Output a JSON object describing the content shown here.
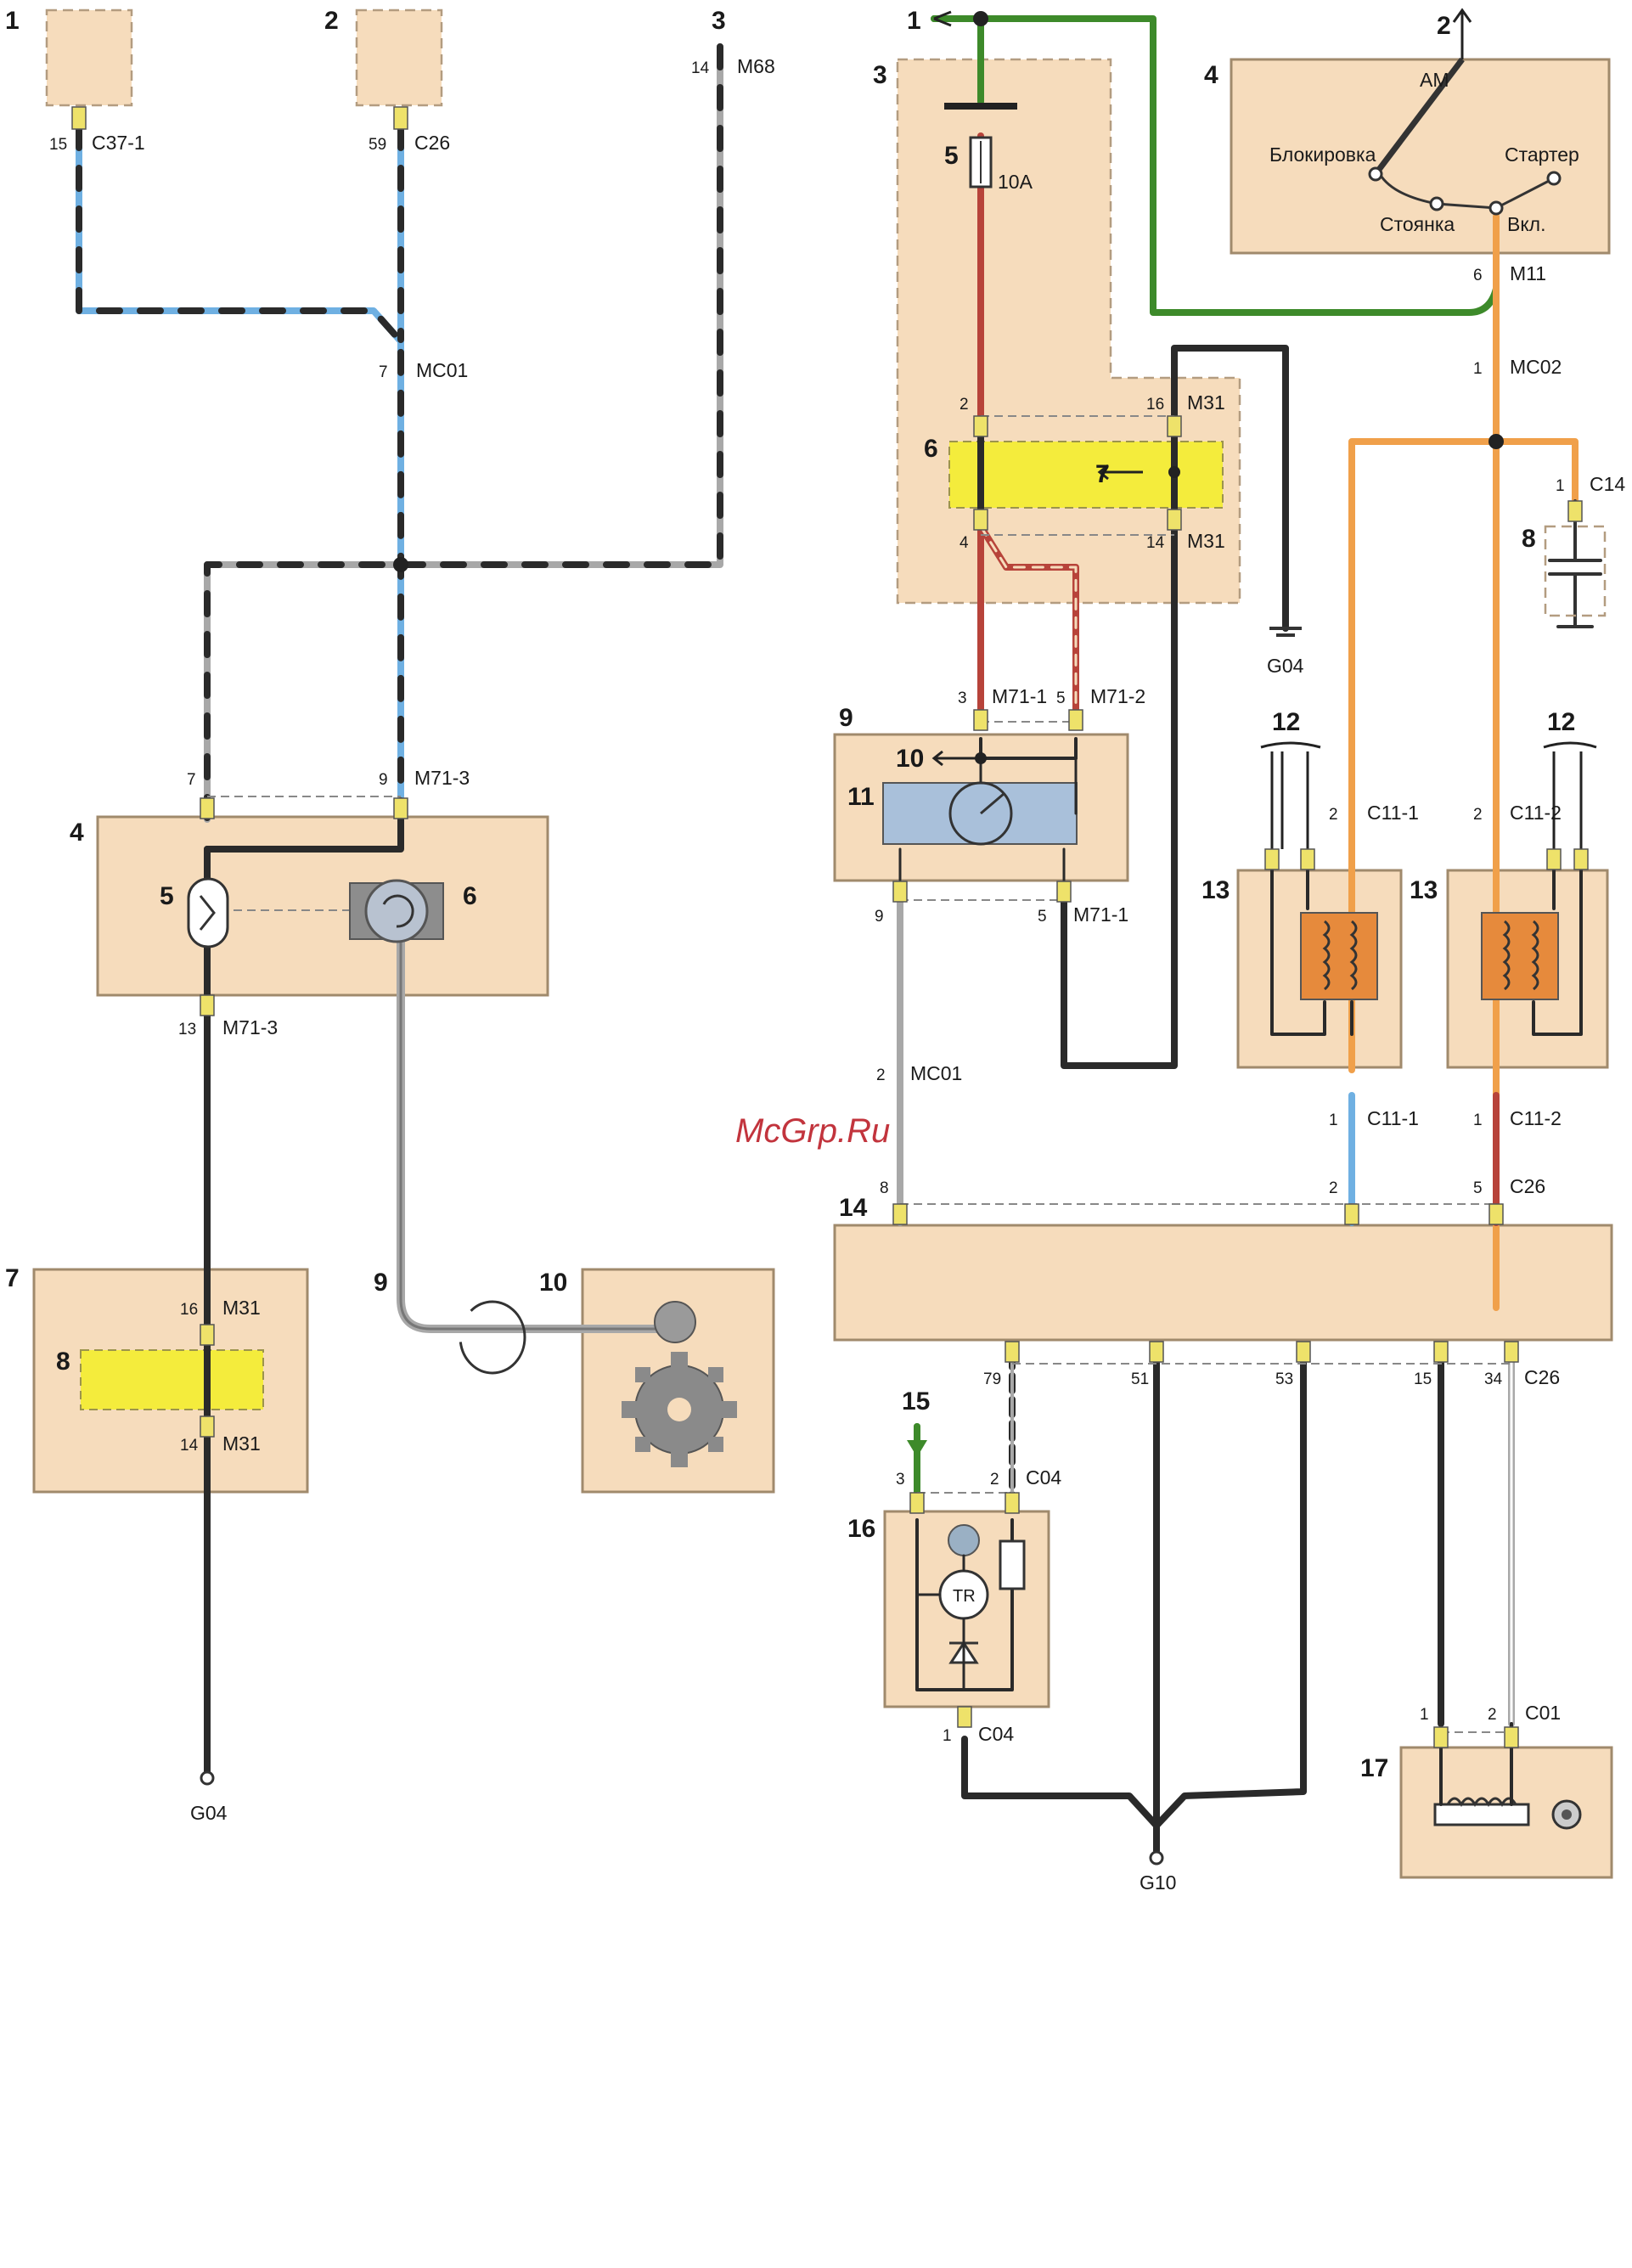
{
  "watermark": "McGrp.Ru",
  "left": {
    "comp_numbers": [
      "1",
      "2",
      "3",
      "4",
      "5",
      "6",
      "7",
      "8",
      "9",
      "10"
    ],
    "connectors": {
      "c37_1": {
        "pin": "15",
        "name": "C37-1"
      },
      "c26": {
        "pin": "59",
        "name": "C26"
      },
      "m68": {
        "pin": "14",
        "name": "M68"
      },
      "mc01": {
        "pin": "7",
        "name": "MC01"
      },
      "m71_3_top_left": {
        "pin": "7"
      },
      "m71_3_top_right": {
        "pin": "9",
        "name": "M71-3"
      },
      "m71_3_bottom": {
        "pin": "13",
        "name": "M71-3"
      },
      "m31_top": {
        "pin": "16",
        "name": "M31"
      },
      "m31_bottom": {
        "pin": "14",
        "name": "M31"
      }
    },
    "ground": "G04"
  },
  "right": {
    "comp_numbers": [
      "1",
      "2",
      "3",
      "4",
      "5",
      "6",
      "7",
      "8",
      "9",
      "10",
      "11",
      "12",
      "12",
      "13",
      "13",
      "14",
      "15",
      "16",
      "17"
    ],
    "ignition_switch": {
      "am": "AM",
      "lock": "Блокировка",
      "starter": "Стартер",
      "park": "Стоянка",
      "on": "Вкл."
    },
    "fuse_rating": "10A",
    "connectors": {
      "m11": {
        "pin": "6",
        "name": "M11"
      },
      "mc02": {
        "pin": "1",
        "name": "MC02"
      },
      "c14": {
        "pin": "1",
        "name": "C14"
      },
      "m31_16": {
        "pin": "16",
        "name": "M31"
      },
      "m31_14": {
        "pin": "14",
        "name": "M31"
      },
      "pin2": "2",
      "pin4": "4",
      "m71_1_top": {
        "pin": "3",
        "name": "M71-1"
      },
      "m71_2_top": {
        "pin": "5",
        "name": "M71-2"
      },
      "m71_1_bottom": {
        "pin": "5",
        "name": "M71-1"
      },
      "pin9": "9",
      "mc01": {
        "pin": "2",
        "name": "MC01"
      },
      "c11_1_top": {
        "pin": "2",
        "name": "C11-1"
      },
      "c11_2_top": {
        "pin": "2",
        "name": "C11-2"
      },
      "c11_1_bottom": {
        "pin": "1",
        "name": "C11-1"
      },
      "c11_2_bottom": {
        "pin": "1",
        "name": "C11-2"
      },
      "c26_pins_top": [
        "8",
        "2",
        "5"
      ],
      "c26_name_top": "C26",
      "c26_pins_bottom": [
        "79",
        "51",
        "53",
        "15",
        "34"
      ],
      "c26_name_bottom": "C26",
      "c04_top": {
        "pins": [
          "3",
          "2"
        ],
        "name": "C04"
      },
      "c04_bottom": {
        "pin": "1",
        "name": "C04"
      },
      "c01": {
        "pins": [
          "1",
          "2"
        ],
        "name": "C01"
      }
    },
    "transistor_label": "TR",
    "grounds": [
      "G04",
      "G10"
    ]
  }
}
